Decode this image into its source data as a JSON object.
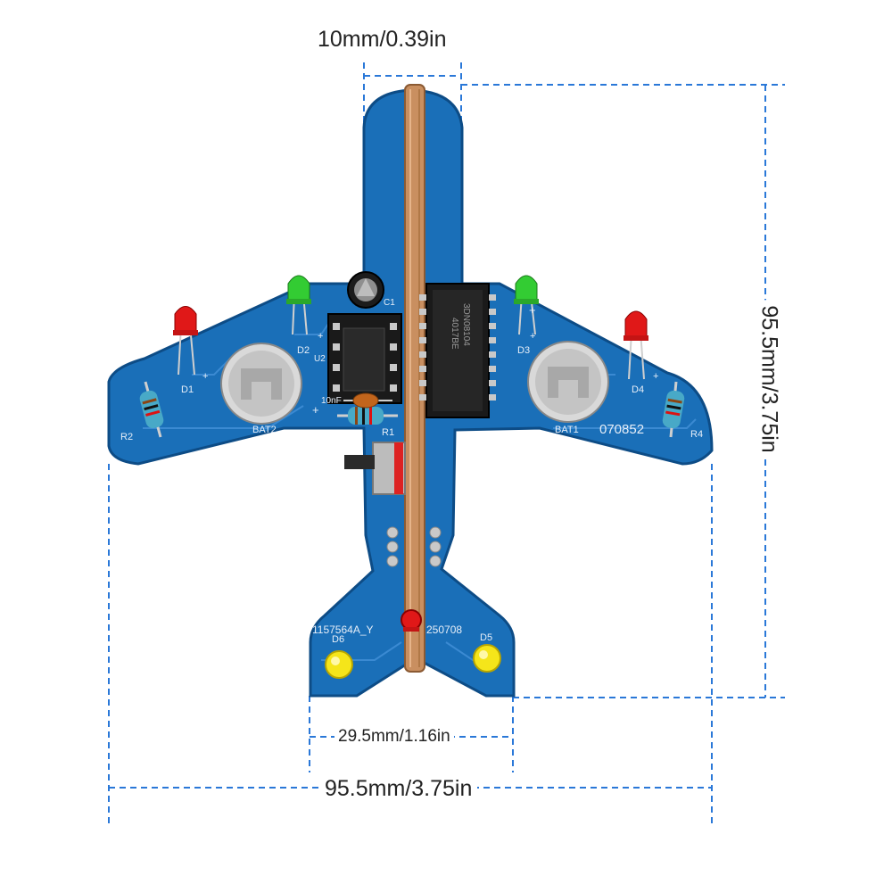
{
  "dimensions": {
    "slot_width": "10mm/0.39in",
    "height": "95.5mm/3.75in",
    "tail_width": "29.5mm/1.16in",
    "wingspan": "95.5mm/3.75in"
  },
  "board_labels": {
    "c1": "C1",
    "u2": "U2",
    "d1": "D1",
    "d2": "D2",
    "d3": "D3",
    "d4": "D4",
    "d5": "D5",
    "d6": "D6",
    "r1": "R1",
    "r2": "R2",
    "r4": "R4",
    "bat1": "BAT1",
    "bat2": "BAT2",
    "cap_value": "10nF",
    "serial": "070852",
    "tail_code": "1157564A_Y",
    "tail_code_2": "250708",
    "chip_line1": "3DN08104",
    "chip_line2": "4017BE"
  },
  "colors": {
    "pcb": "#1a6fb8",
    "pcb_edge": "#0d4c86",
    "dimension_line": "#2a78d8",
    "led_red": "#e01818",
    "led_green": "#33cc33",
    "led_yellow": "#f5e51a"
  }
}
